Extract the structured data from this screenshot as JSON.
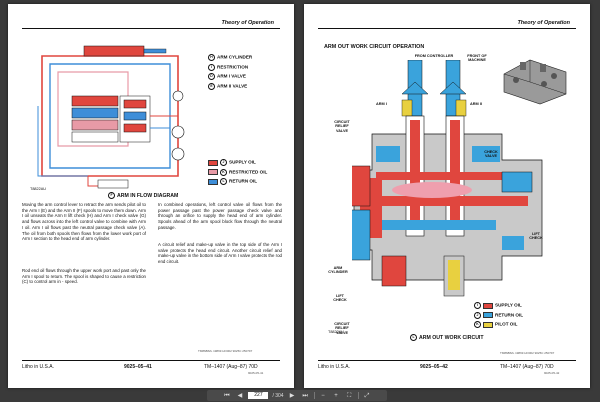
{
  "left_page": {
    "header": "Theory of Operation",
    "legend_top": [
      {
        "letter": "H",
        "label": "ARM CYLINDER"
      },
      {
        "letter": "I",
        "label": "RESTRICTION"
      },
      {
        "letter": "D",
        "label": "ARM I VALVE"
      },
      {
        "letter": "E",
        "label": "ARM II VALVE"
      }
    ],
    "legend_bottom": [
      {
        "letter": "J",
        "label": "SUPPLY OIL",
        "color": "#e0463e"
      },
      {
        "letter": "K",
        "label": "RESTRICTED OIL",
        "color": "#e89aa6"
      },
      {
        "letter": "L",
        "label": "RETURN OIL",
        "color": "#3e8ed8"
      }
    ],
    "figure_id": "T8822AU",
    "caption_letter": "F",
    "caption": "ARM IN FLOW DIAGRAM",
    "para1": "Moving the arm control lever to retract the arm sends pilot oil to the Arm I (E) and the Arm II (F) spools to move them down. Arm I oil unseats the Arm II lift check (H) and Arm I check valve (G) and flows across into the left control valve to combine with Arm I oil. Arm I oil flows past the neutral passage check valve (A). The oil from both spools then flows from the lower work port of Arm I section to the head end of arm cylinder.",
    "para2": "Rod end oil flows through the upper work port and past only the Arm I spool to return. The spool is shaped to cause a restriction (C) to control arm in - speed.",
    "para3": "In combined operations, left control valve oil flows from the power passage past the power passage check valve and through an orifice to supply the head end of arm cylinder. Spools ahead of the arm spool block flow through the neutral passage.",
    "para4": "A circuit relief and make-up valve in the top side of the Arm I valve protects the head end circuit. Another circuit relief and make-up valve in the bottom side of Arm I valve protects the rod end circuit.",
    "tiny_code": "TM86882L 19869 HO002 9025C 250797",
    "footer_left": "Litho in U.S.A.",
    "footer_center": "9025–05–41",
    "footer_right": "TM–1407 (Aug–87) 70D",
    "footer_sub": "9025-05-41"
  },
  "right_page": {
    "header": "Theory of Operation",
    "title": "ARM OUT WORK CIRCUIT OPERATION",
    "labels": {
      "from_controller": "FROM CONTROLLER",
      "front_of_machine": "FRONT OF MACHINE",
      "arm_i": "ARM I",
      "arm_ii": "ARM II",
      "circuit_relief_valve_top": "CIRCUIT RELIEF VALVE",
      "check_valve": "CHECK VALVE",
      "lift_check_right": "LIFT CHECK",
      "arm_cylinder": "ARM CYLINDER",
      "lift_check_left": "LIFT CHECK",
      "circuit_relief_valve_bottom": "CIRCUIT RELIEF VALVE"
    },
    "legend": [
      {
        "letter": "I",
        "label": "SUPPLY OIL",
        "color": "#e0463e"
      },
      {
        "letter": "J",
        "label": "RETURN OIL",
        "color": "#3aa3dc"
      },
      {
        "letter": "K",
        "label": "PILOT OIL",
        "color": "#e8d040"
      }
    ],
    "figure_id": "T8822AV",
    "caption_letter": "L",
    "caption": "ARM OUT WORK CIRCUIT",
    "tiny_code": "TM86882L 19869 HO002 9025C 250797",
    "footer_left": "Litho in U.S.A.",
    "footer_center": "9025–05–42",
    "footer_right": "TM–1407 (Aug–87) 70D",
    "footer_sub": "9025-05-42"
  },
  "toolbar": {
    "current_page": "227",
    "total_pages": "/ 304"
  }
}
